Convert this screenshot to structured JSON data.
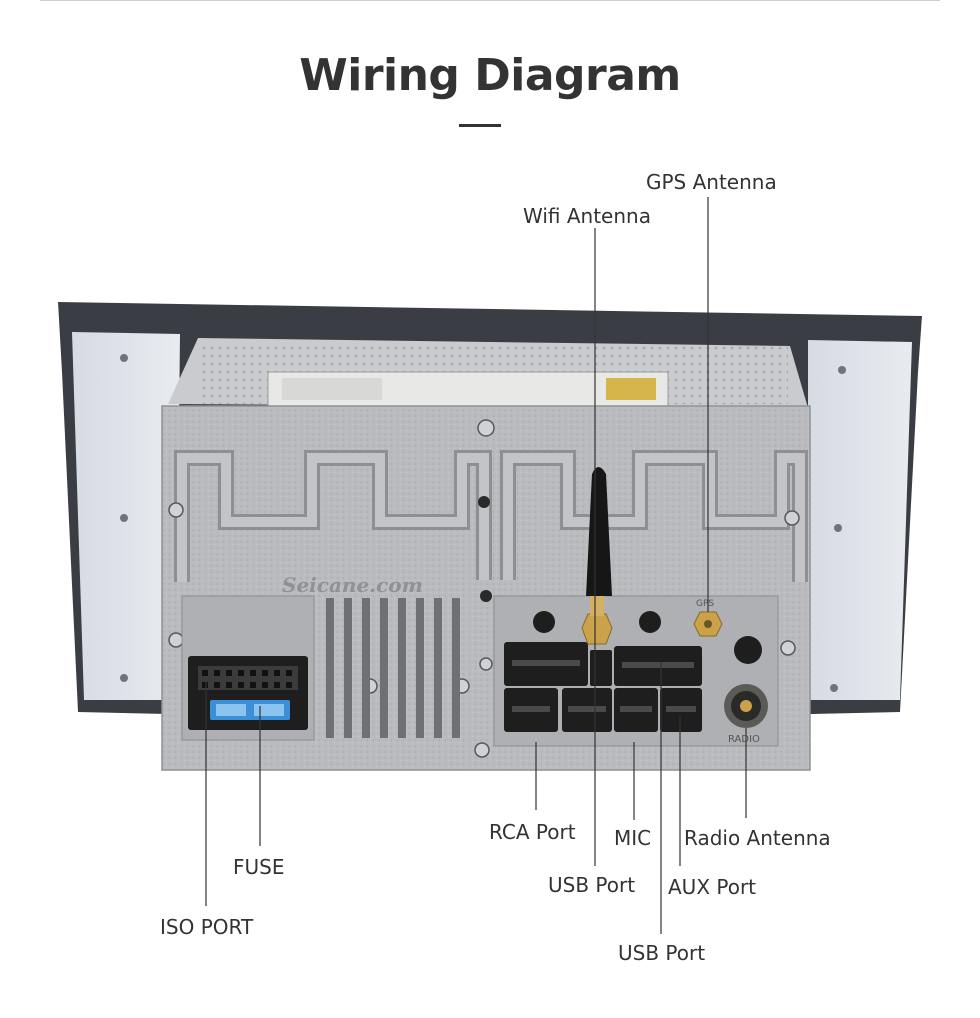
{
  "title": "Wiring Diagram",
  "watermark": "Seicane.com",
  "port_markings": {
    "gps": "GPS",
    "radio": "RADIO"
  },
  "labels": {
    "gps_antenna": "GPS Antenna",
    "wifi_antenna": "Wifi Antenna",
    "rca_port": "RCA Port",
    "mic": "MIC",
    "radio_antenna": "Radio Antenna",
    "fuse": "FUSE",
    "usb_port_1": "USB Port",
    "aux_port": "AUX Port",
    "iso_port": "ISO PORT",
    "usb_port_2": "USB Port"
  },
  "colors": {
    "frame": "#3a3e44",
    "side_panel": "#dfe3ea",
    "chassis": "#b4b6ba",
    "connector": "#1e1e1e",
    "fuse": "#3b8fd6",
    "antenna_gold": "#c9a24a"
  }
}
